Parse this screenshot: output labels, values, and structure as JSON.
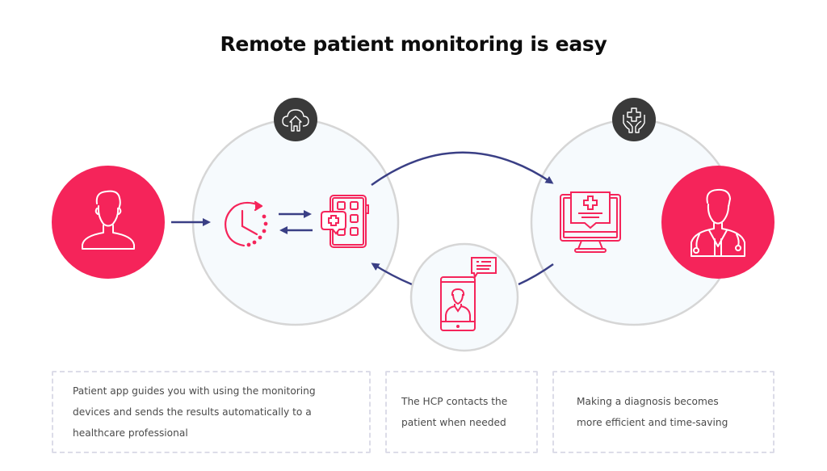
{
  "title": "Remote patient monitoring is easy",
  "colors": {
    "accent": "#f5245a",
    "arrow": "#3a3f85",
    "circle_fill": "#f6fafd",
    "circle_stroke": "#d6d6d6",
    "badge": "#3a3a3a",
    "text": "#4a4a4a"
  },
  "nodes": [
    {
      "id": "patient",
      "icon": "patient-icon",
      "label": "Patient"
    },
    {
      "id": "monitoring-hub",
      "icon": "cloud-home-icon",
      "contents": [
        "clock-refresh-icon",
        "exchange-arrows-icon",
        "medical-device-app-icon"
      ]
    },
    {
      "id": "hcp-hub",
      "icon": "hands-cross-icon",
      "contents": [
        "monitor-report-icon"
      ]
    },
    {
      "id": "doctor",
      "icon": "doctor-icon",
      "label": "Healthcare professional"
    },
    {
      "id": "contact",
      "icon": "phone-video-call-icon",
      "contents": [
        "chat-bubble-icon"
      ]
    }
  ],
  "edges": [
    {
      "from": "patient",
      "to": "monitoring-hub"
    },
    {
      "from": "monitoring-hub",
      "to": "hcp-hub"
    },
    {
      "from": "hcp-hub",
      "to": "contact"
    },
    {
      "from": "contact",
      "to": "monitoring-hub"
    }
  ],
  "cards": [
    {
      "lines": [
        "Patient app guides you with using the monitoring",
        "devices and sends the results automatically to a",
        "healthcare professional"
      ]
    },
    {
      "lines": [
        "The HCP contacts the",
        "patient when needed"
      ]
    },
    {
      "lines": [
        "Making a diagnosis becomes",
        "more efficient and time-saving"
      ]
    }
  ]
}
